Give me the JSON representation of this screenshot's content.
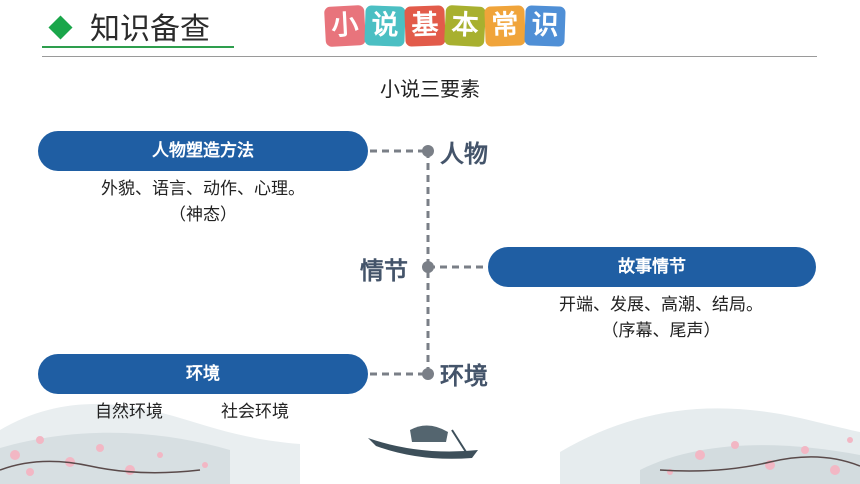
{
  "header": {
    "title": "知识备查",
    "tiles": [
      {
        "char": "小",
        "color": "#e8747c"
      },
      {
        "char": "说",
        "color": "#4bbfc3"
      },
      {
        "char": "基",
        "color": "#e25b4a"
      },
      {
        "char": "本",
        "color": "#a8b02f"
      },
      {
        "char": "常",
        "color": "#f0a43a"
      },
      {
        "char": "识",
        "color": "#4f8fd6"
      }
    ]
  },
  "diagram": {
    "subtitle": "小说三要素",
    "nodes": {
      "character": "人物",
      "plot": "情节",
      "setting": "环境"
    },
    "characterization": {
      "title": "人物塑造方法",
      "line1": "外貌、语言、动作、心理。",
      "line2": "（神态）"
    },
    "story": {
      "title": "故事情节",
      "line1": "开端、发展、高潮、结局。",
      "line2": "（序幕、尾声）"
    },
    "environment": {
      "title": "环境",
      "natural": "自然环境",
      "social": "社会环境"
    }
  },
  "colors": {
    "pill": "#1f5ea3",
    "node_text": "#44546a",
    "connector": "#7a7f87",
    "accent_green": "#1aa64a"
  }
}
